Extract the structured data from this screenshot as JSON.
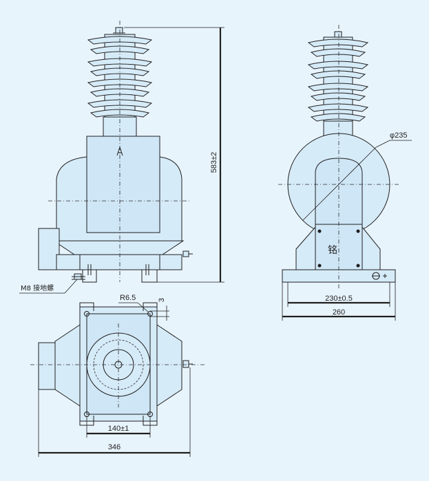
{
  "labels": {
    "height": "583±2",
    "ground_bolt": "M8 接地螺",
    "radius": "R6.5",
    "offset": "3",
    "width_side": "140±1",
    "width_total": "346",
    "diameter": "φ235",
    "nameplate": "铭",
    "mount_spacing": "230±0.5",
    "base_width": "260"
  },
  "colors": {
    "background": "#e8f4fc",
    "body_fill": "#d6ebf8",
    "line": "#1f1f1f"
  }
}
